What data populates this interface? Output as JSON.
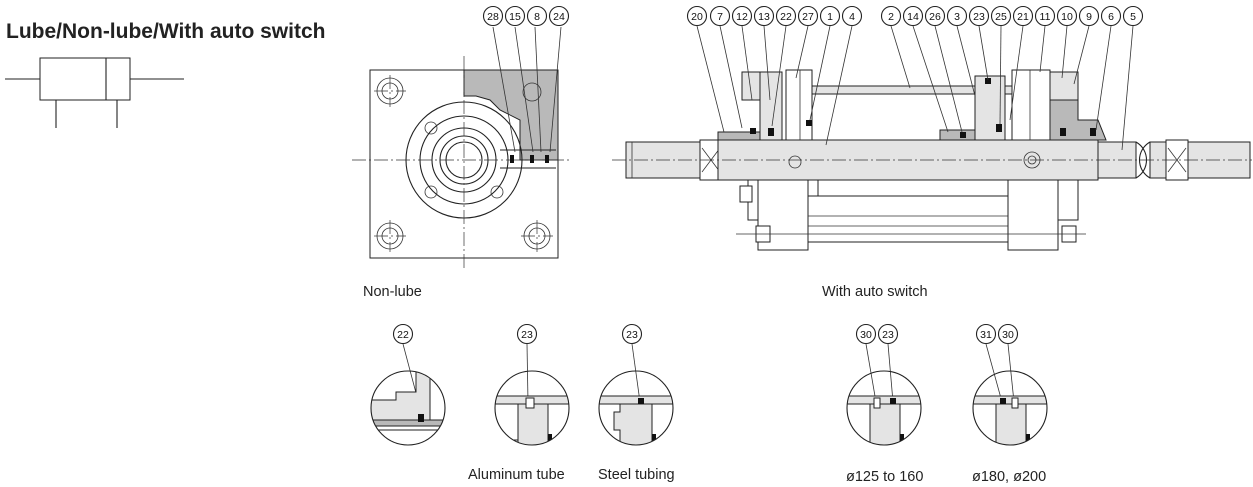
{
  "title": "Lube/Non-lube/With auto switch",
  "labels": {
    "front_view": [
      "28",
      "15",
      "8",
      "24"
    ],
    "section_view": [
      "20",
      "7",
      "12",
      "13",
      "22",
      "27",
      "1",
      "4",
      "2",
      "14",
      "26",
      "3",
      "23",
      "25",
      "21",
      "11",
      "10",
      "9",
      "6",
      "5"
    ],
    "detail_22": "22",
    "detail_aluminum": "23",
    "detail_steel": "23",
    "detail_125": [
      "30",
      "23"
    ],
    "detail_180": [
      "31",
      "30"
    ]
  },
  "captions": {
    "non_lube": "Non-lube",
    "with_auto_switch": "With auto switch",
    "aluminum_tube": "Aluminum tube",
    "steel_tubing": "Steel tubing",
    "bore_125_160": "ø125 to 160",
    "bore_180_200": "ø180, ø200"
  }
}
